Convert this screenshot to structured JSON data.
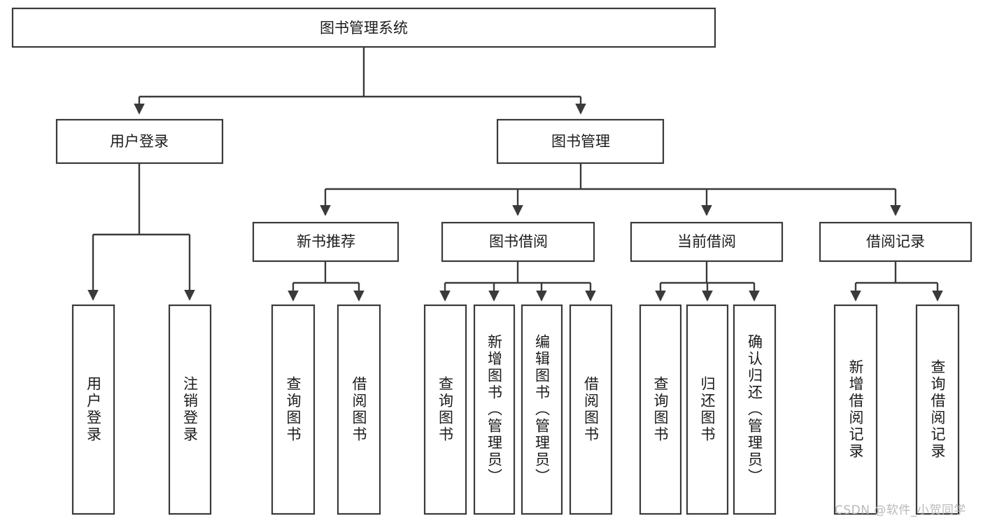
{
  "diagram": {
    "title": "图书管理系统",
    "type": "functional-decomposition-tree",
    "palette": {
      "box_stroke": "#3a3a3a",
      "box_fill": "#ffffff",
      "connector": "#3a3a3a",
      "text": "#1b1b1b",
      "background": "#ffffff",
      "watermark": "#b9b9b9"
    },
    "levels": {
      "root": {
        "label": "图书管理系统"
      },
      "level2": [
        {
          "label": "用户登录"
        },
        {
          "label": "图书管理"
        }
      ],
      "level3": [
        {
          "label": "新书推荐"
        },
        {
          "label": "图书借阅"
        },
        {
          "label": "当前借阅"
        },
        {
          "label": "借阅记录"
        }
      ]
    },
    "leaves": {
      "user_login": [
        {
          "label": "用户登录"
        },
        {
          "label": "注销登录"
        }
      ],
      "new_book_recommend": [
        {
          "label": "查询图书"
        },
        {
          "label": "借阅图书"
        }
      ],
      "book_borrow": [
        {
          "label": "查询图书"
        },
        {
          "label": "新增图书（管理员）"
        },
        {
          "label": "编辑图书（管理员）"
        },
        {
          "label": "借阅图书"
        }
      ],
      "current_borrow": [
        {
          "label": "查询图书"
        },
        {
          "label": "归还图书"
        },
        {
          "label": "确认归还（管理员）"
        }
      ],
      "borrow_record": [
        {
          "label": "新增借阅记录"
        },
        {
          "label": "查询借阅记录"
        }
      ]
    }
  },
  "watermark": {
    "text": "CSDN @软件_小贺同学"
  }
}
